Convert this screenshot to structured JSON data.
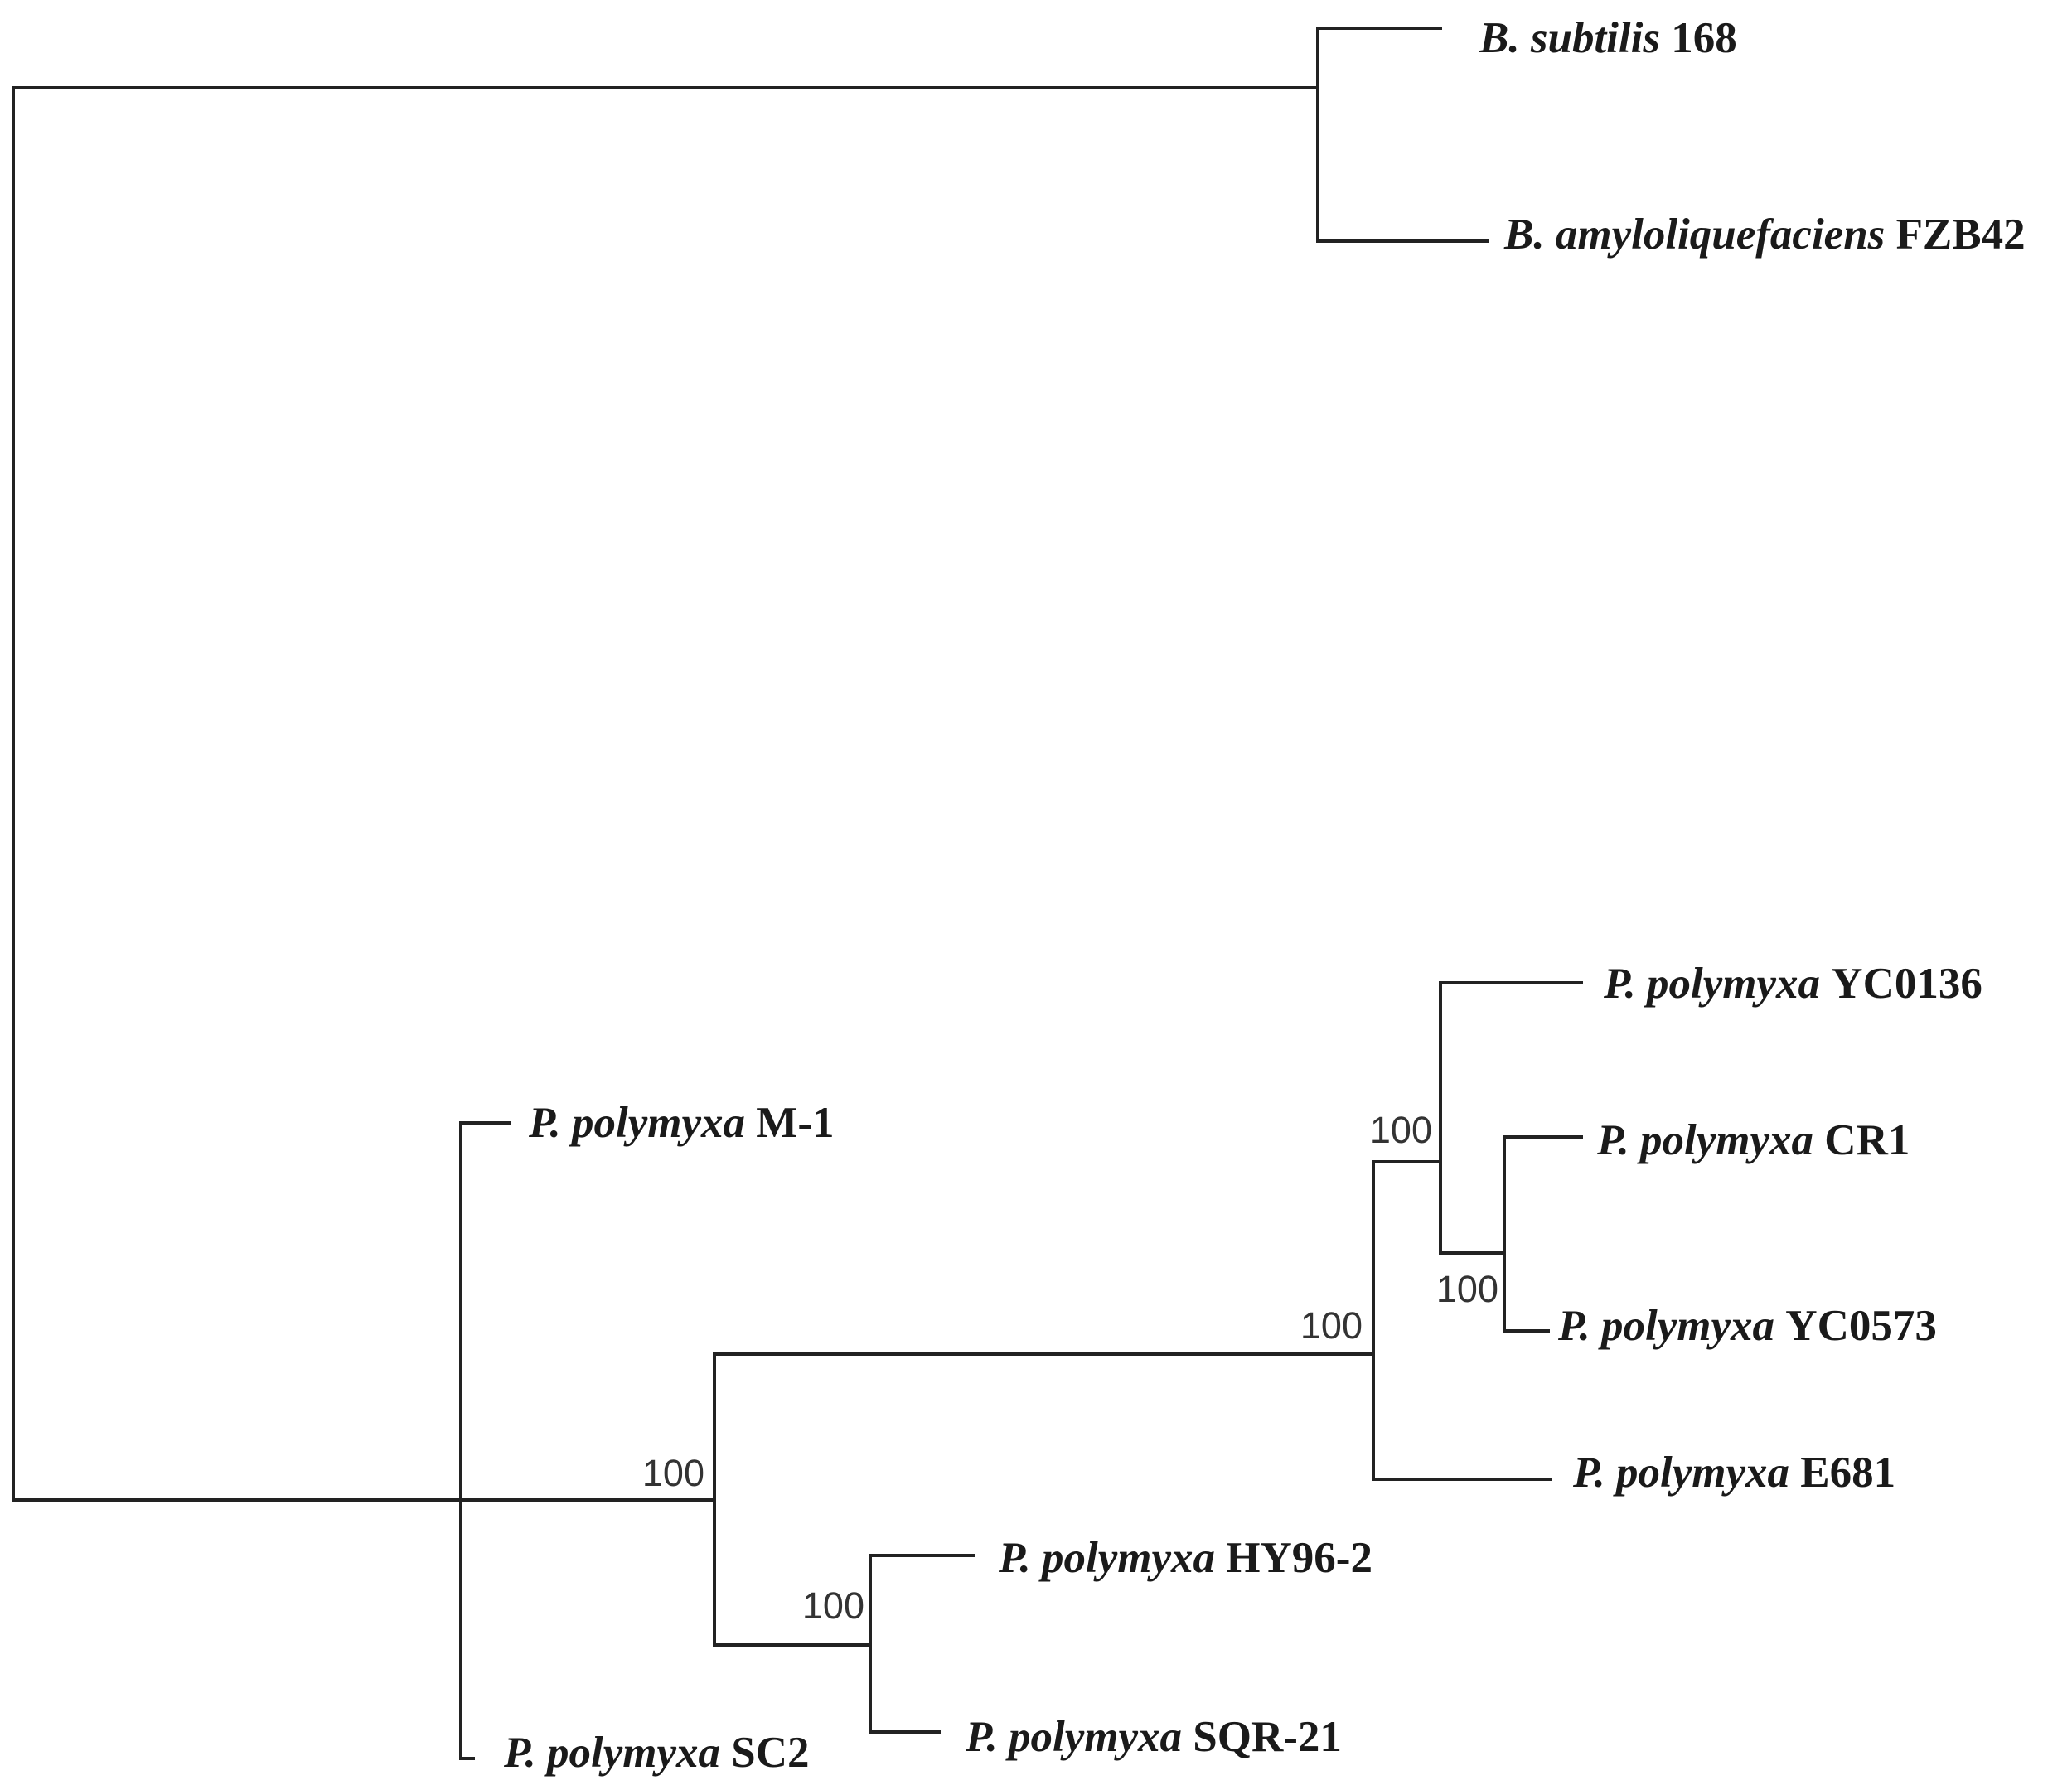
{
  "diagram": {
    "type": "phylogenetic-tree",
    "line_color": "#222222",
    "text_color": "#1a1a1a",
    "leaves": [
      {
        "id": "bsub",
        "genus": "B. subtilis",
        "strain": "168"
      },
      {
        "id": "bamy",
        "genus": "B. amyloliquefaciens",
        "strain": "FZB42"
      },
      {
        "id": "yc0136",
        "genus": "P. polymyxa",
        "strain": "YC0136"
      },
      {
        "id": "m1",
        "genus": "P. polymyxa",
        "strain": "M-1"
      },
      {
        "id": "cr1",
        "genus": "P. polymyxa",
        "strain": "CR1"
      },
      {
        "id": "yc0573",
        "genus": "P. polymyxa",
        "strain": "YC0573"
      },
      {
        "id": "e681",
        "genus": "P. polymyxa",
        "strain": "E681"
      },
      {
        "id": "hy962",
        "genus": "P. polymyxa",
        "strain": "HY96-2"
      },
      {
        "id": "sqr21",
        "genus": "P. polymyxa",
        "strain": "SQR-21"
      },
      {
        "id": "sc2",
        "genus": "P. polymyxa",
        "strain": "SC2"
      }
    ],
    "support_values": [
      {
        "id": "cr1-yc0573-node",
        "value": "100"
      },
      {
        "id": "yc0136-clade-node",
        "value": "100"
      },
      {
        "id": "e681-clade-node",
        "value": "100"
      },
      {
        "id": "hy-sqr-node",
        "value": "100"
      },
      {
        "id": "polymyxa-core-node",
        "value": "100"
      }
    ]
  }
}
